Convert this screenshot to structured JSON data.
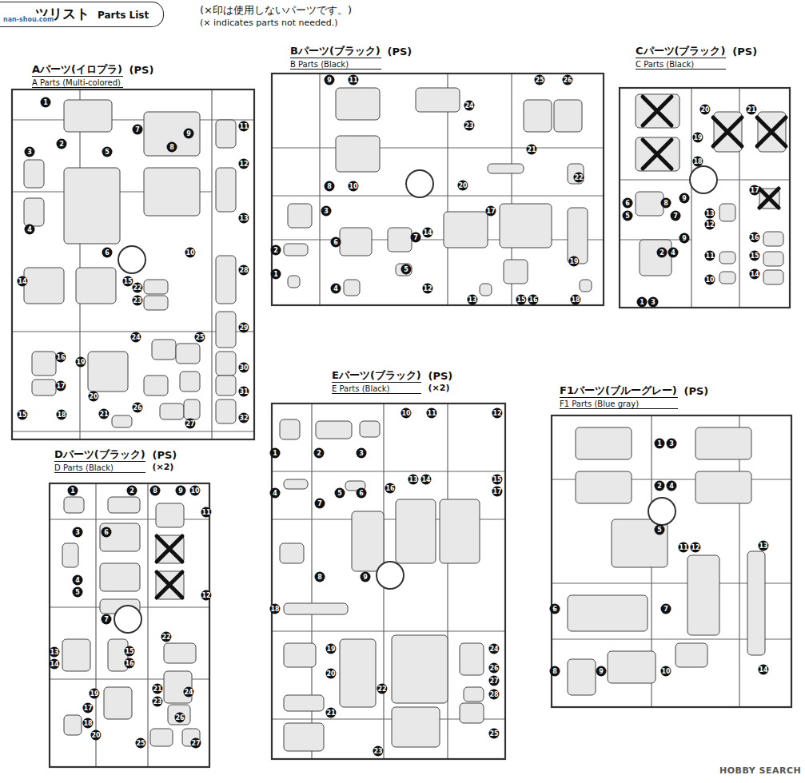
{
  "diagram": {
    "nodes": [
      {
        "text": [
          "ツリスト",
          "Parts List"
        ]
      },
      {
        "text": [
          "Aパーツ(イロプラ)",
          "(PS)",
          "A Parts (Multi-colored)"
        ]
      },
      {
        "text": [
          "Bパーツ(ブラック)",
          "(PS)",
          "B Parts (Black)"
        ]
      },
      {
        "text": [
          "Cパーツ(ブラック)",
          "(PS)",
          "C Parts (Black)"
        ]
      },
      {
        "text": [
          "Dパーツ(ブラック)",
          "(PS)",
          "D Parts (Black)",
          "(×2)"
        ]
      },
      {
        "text": [
          "Eパーツ(ブラック)",
          "(PS)",
          "E Parts (Black)",
          "(×2)"
        ]
      },
      {
        "text": [
          "F1パーツ(ブルーグレー)",
          "(PS)",
          "F1 Parts (Blue gray)"
        ]
      }
    ],
    "labels": [
      "1",
      "2",
      "3",
      "4",
      "5",
      "6",
      "7",
      "8",
      "9",
      "10",
      "11",
      "12",
      "13",
      "14",
      "15",
      "16",
      "17",
      "15",
      "18",
      "19",
      "20",
      "21",
      "22",
      "23",
      "24",
      "25",
      "26",
      "27",
      "28",
      "29",
      "30",
      "31",
      "32",
      "9",
      "11",
      "8",
      "10",
      "3",
      "2",
      "6",
      "7",
      "1",
      "4",
      "5",
      "14",
      "20",
      "12",
      "13",
      "17",
      "21",
      "22",
      "23",
      "24",
      "25",
      "26",
      "15",
      "16",
      "18",
      "19",
      "20",
      "21",
      "19",
      "18",
      "17",
      "16",
      "15",
      "14",
      "13",
      "12",
      "9",
      "6",
      "5",
      "8",
      "7",
      "9",
      "2",
      "4",
      "11",
      "10",
      "1",
      "3",
      "1",
      "2",
      "8",
      "9",
      "10",
      "3",
      "6",
      "11",
      "4",
      "5",
      "7",
      "12",
      "13",
      "14",
      "15",
      "16",
      "22",
      "21",
      "24",
      "23",
      "19",
      "17",
      "18",
      "20",
      "26",
      "25",
      "27",
      "1",
      "2",
      "3",
      "4",
      "5",
      "6",
      "7",
      "8",
      "9",
      "10",
      "11",
      "12",
      "13",
      "14",
      "15",
      "16",
      "17",
      "18",
      "19",
      "20",
      "21",
      "22",
      "23",
      "24",
      "26",
      "27",
      "28",
      "25",
      "1",
      "3",
      "2",
      "4",
      "5",
      "11",
      "12",
      "13",
      "6",
      "7",
      "8",
      "9",
      "10",
      "14",
      "(×印は使用しないパーツです。)",
      "(× indicates parts not needed.)",
      "nan-shou.com",
      "HOBBY SEARCH"
    ]
  }
}
